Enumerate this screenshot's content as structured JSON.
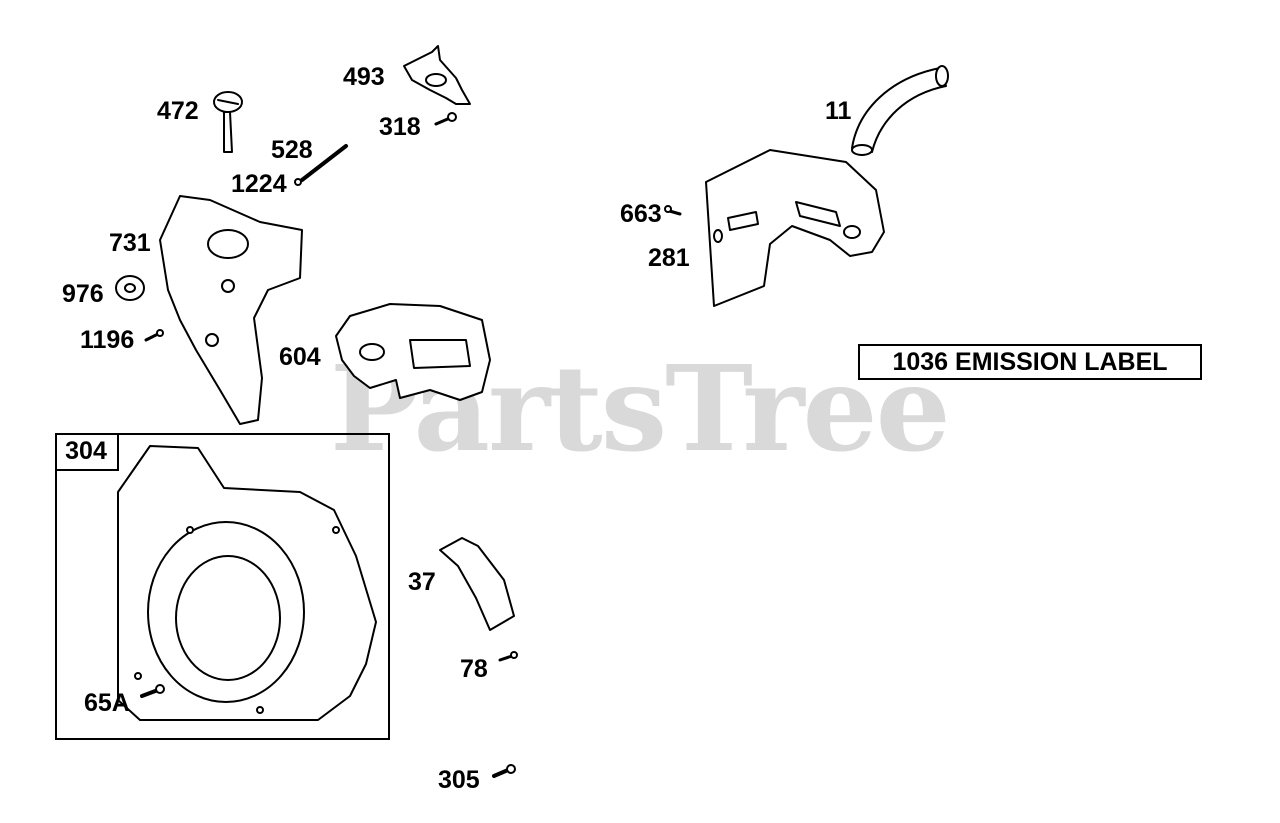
{
  "watermark": "PartsTree",
  "callouts": {
    "c11": "11",
    "c472": "472",
    "c493": "493",
    "c318": "318",
    "c528": "528",
    "c1224": "1224",
    "c731": "731",
    "c976": "976",
    "c1196": "1196",
    "c604": "604",
    "c663": "663",
    "c281": "281",
    "c304": "304",
    "c37": "37",
    "c78": "78",
    "c65a": "65A",
    "c305": "305"
  },
  "emission_label": "1036 EMISSION LABEL"
}
